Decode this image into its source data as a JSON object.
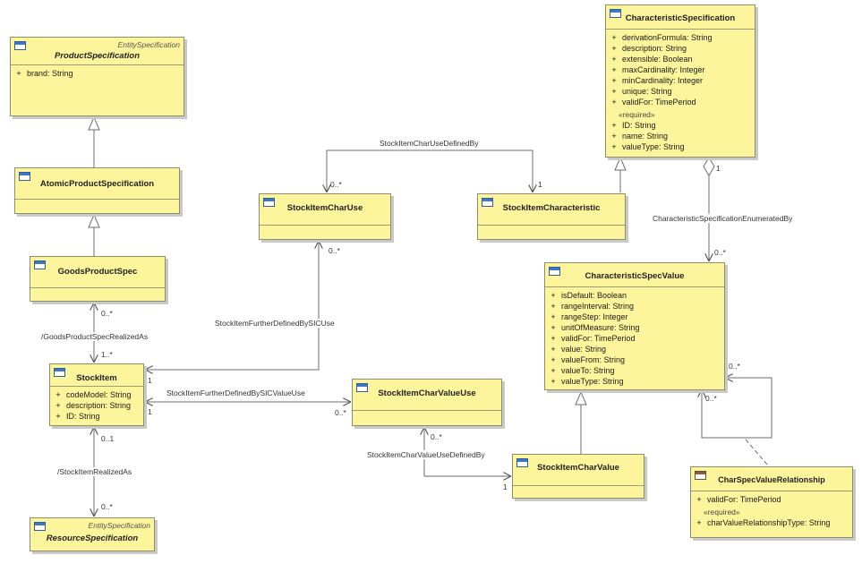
{
  "classes": {
    "product_specification": {
      "stereotype": "EntitySpecification",
      "name": "ProductSpecification",
      "attrs": [
        {
          "vis": "+",
          "text": "brand: String"
        }
      ]
    },
    "atomic_product_specification": {
      "name": "AtomicProductSpecification"
    },
    "goods_product_spec": {
      "name": "GoodsProductSpec"
    },
    "stock_item": {
      "name": "StockItem",
      "attrs": [
        {
          "vis": "+",
          "text": "codeModel: String"
        },
        {
          "vis": "+",
          "text": "description: String"
        },
        {
          "vis": "+",
          "text": "ID: String"
        }
      ]
    },
    "resource_specification": {
      "stereotype": "EntitySpecification",
      "name": "ResourceSpecification"
    },
    "stock_item_char_use": {
      "name": "StockItemCharUse"
    },
    "stock_item_characteristic": {
      "name": "StockItemCharacteristic"
    },
    "stock_item_char_value_use": {
      "name": "StockItemCharValueUse"
    },
    "stock_item_char_value": {
      "name": "StockItemCharValue"
    },
    "characteristic_specification": {
      "name": "CharacteristicSpecification",
      "attrs": [
        {
          "vis": "+",
          "text": "derivationFormula: String"
        },
        {
          "vis": "+",
          "text": "description: String"
        },
        {
          "vis": "+",
          "text": "extensible: Boolean"
        },
        {
          "vis": "+",
          "text": "maxCardinality: Integer"
        },
        {
          "vis": "+",
          "text": "minCardinality: Integer"
        },
        {
          "vis": "+",
          "text": "unique: String"
        },
        {
          "vis": "+",
          "text": "validFor: TimePeriod"
        }
      ],
      "required_label": "«required»",
      "required_attrs": [
        {
          "vis": "+",
          "text": "ID: String"
        },
        {
          "vis": "+",
          "text": "name: String"
        },
        {
          "vis": "+",
          "text": "valueType: String"
        }
      ]
    },
    "characteristic_spec_value": {
      "name": "CharacteristicSpecValue",
      "attrs": [
        {
          "vis": "+",
          "text": "isDefault: Boolean"
        },
        {
          "vis": "+",
          "text": "rangeInterval: String"
        },
        {
          "vis": "+",
          "text": "rangeStep: Integer"
        },
        {
          "vis": "+",
          "text": "unitOfMeasure: String"
        },
        {
          "vis": "+",
          "text": "validFor: TimePeriod"
        },
        {
          "vis": "+",
          "text": "value: String"
        },
        {
          "vis": "+",
          "text": "valueFrom: String"
        },
        {
          "vis": "+",
          "text": "valueTo: String"
        },
        {
          "vis": "+",
          "text": "valueType: String"
        }
      ]
    },
    "char_spec_value_relationship": {
      "name": "CharSpecValueRelationship",
      "attrs": [
        {
          "vis": "+",
          "text": "validFor: TimePeriod"
        }
      ],
      "required_label": "«required»",
      "required_attrs": [
        {
          "vis": "+",
          "text": "charValueRelationshipType: String"
        }
      ]
    }
  },
  "associations": {
    "goods_realized": {
      "label": "/GoodsProductSpecRealizedAs",
      "mult_top": "0..*",
      "mult_bottom": "1..*"
    },
    "stock_realized": {
      "label": "/StockItemRealizedAs",
      "mult_top": "0..1",
      "mult_bottom": "0..*"
    },
    "further_by_sicuse": {
      "label": "StockItemFurtherDefinedBySICUse",
      "mult_use": "0..*",
      "mult_stock": "1"
    },
    "further_by_sicvalueuse": {
      "label": "StockItemFurtherDefinedBySICValueUse",
      "mult_stock": "1",
      "mult_use": "0..*"
    },
    "char_use_defined_by": {
      "label": "StockItemCharUseDefinedBy",
      "mult_left": "0..*",
      "mult_right": "1"
    },
    "char_value_use_defined_by": {
      "label": "StockItemCharValueUseDefinedBy",
      "mult_top": "0..*",
      "mult_right": "1"
    },
    "spec_enumerated_by": {
      "label": "CharacteristicSpecificationEnumeratedBy",
      "mult_top": "1",
      "mult_bottom": "0..*"
    },
    "self_rel": {
      "mult_a": "0..*",
      "mult_b": "0..*"
    }
  }
}
